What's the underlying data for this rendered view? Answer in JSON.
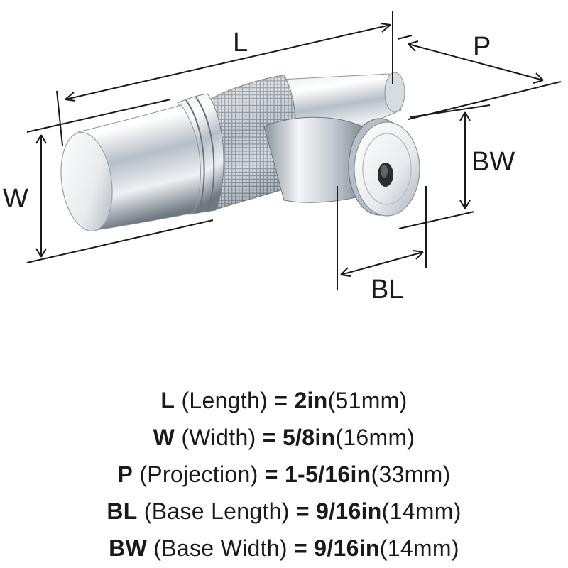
{
  "diagram": {
    "labels": {
      "length": "L",
      "width": "W",
      "projection": "P",
      "base_width": "BW",
      "base_length": "BL"
    },
    "colors": {
      "line": "#1a1a1a",
      "metal_light": "#f3f5f7",
      "metal_mid": "#c9cfd6",
      "metal_dark": "#7d858f"
    }
  },
  "specs": [
    {
      "abbr": "L",
      "name": "(Length)",
      "eq": "=",
      "imperial": "2in",
      "metric": "(51mm)"
    },
    {
      "abbr": "W",
      "name": "(Width)",
      "eq": "=",
      "imperial": "5/8in",
      "metric": "(16mm)"
    },
    {
      "abbr": "P",
      "name": "(Projection)",
      "eq": "=",
      "imperial": "1-5/16in",
      "metric": "(33mm)"
    },
    {
      "abbr": "BL",
      "name": "(Base Length)",
      "eq": "=",
      "imperial": "9/16in",
      "metric": "(14mm)"
    },
    {
      "abbr": "BW",
      "name": "(Base Width)",
      "eq": "=",
      "imperial": "9/16in",
      "metric": "(14mm)"
    }
  ]
}
